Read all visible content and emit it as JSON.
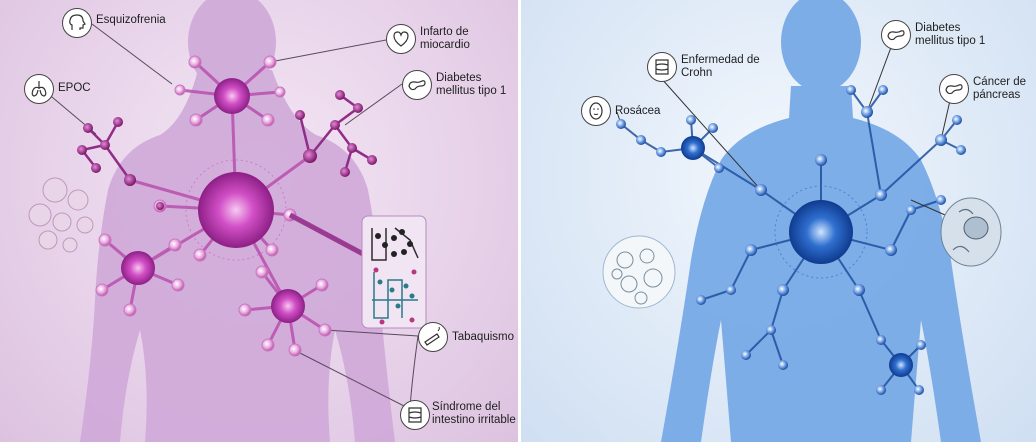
{
  "left": {
    "labels": {
      "schizophrenia": "Esquizofrenia",
      "copd": "EPOC",
      "mi_line1": "Infarto de",
      "mi_line2": "miocardio",
      "diabetes_line1": "Diabetes",
      "diabetes_line2": "mellitus tipo 1",
      "smoking": "Tabaquismo",
      "ibs_line1": "Síndrome del",
      "ibs_line2": "intestino irritable"
    },
    "icons": {
      "schizophrenia": "head-brain-icon",
      "copd": "lungs-icon",
      "mi": "heart-icon",
      "diabetes": "pancreas-icon",
      "smoking": "cigarette-icon",
      "ibs": "intestine-icon"
    },
    "colors": {
      "primary": "#b23aa6",
      "node": "#d67fd0",
      "silhouette": "#cfa9d8"
    }
  },
  "right": {
    "labels": {
      "crohn_line1": "Enfermedad de",
      "crohn_line2": "Crohn",
      "rosacea": "Rosácea",
      "diabetes_line1": "Diabetes",
      "diabetes_line2": "mellitus tipo 1",
      "pancreatic_line1": "Cáncer de",
      "pancreatic_line2": "páncreas"
    },
    "icons": {
      "crohn": "intestine-icon",
      "rosacea": "face-icon",
      "diabetes": "pancreas-icon",
      "pancreatic": "pancreas-icon"
    },
    "colors": {
      "primary": "#2a66c4",
      "node": "#5b8fd9",
      "silhouette": "#7fb0e8"
    }
  }
}
